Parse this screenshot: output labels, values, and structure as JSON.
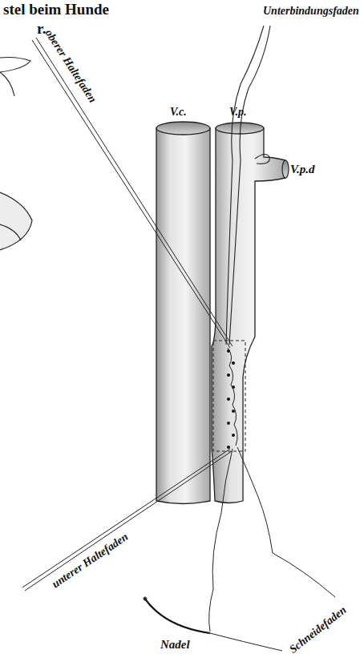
{
  "diagram": {
    "labels": [
      "stel beim Hunde",
      "r.",
      "Unterbindungsfaden",
      "oberer Haltefaden",
      "V.c.",
      "V.p.",
      "V.p.d",
      "unterer Haltefaden",
      "Nadel",
      "Schneidefaden"
    ]
  }
}
